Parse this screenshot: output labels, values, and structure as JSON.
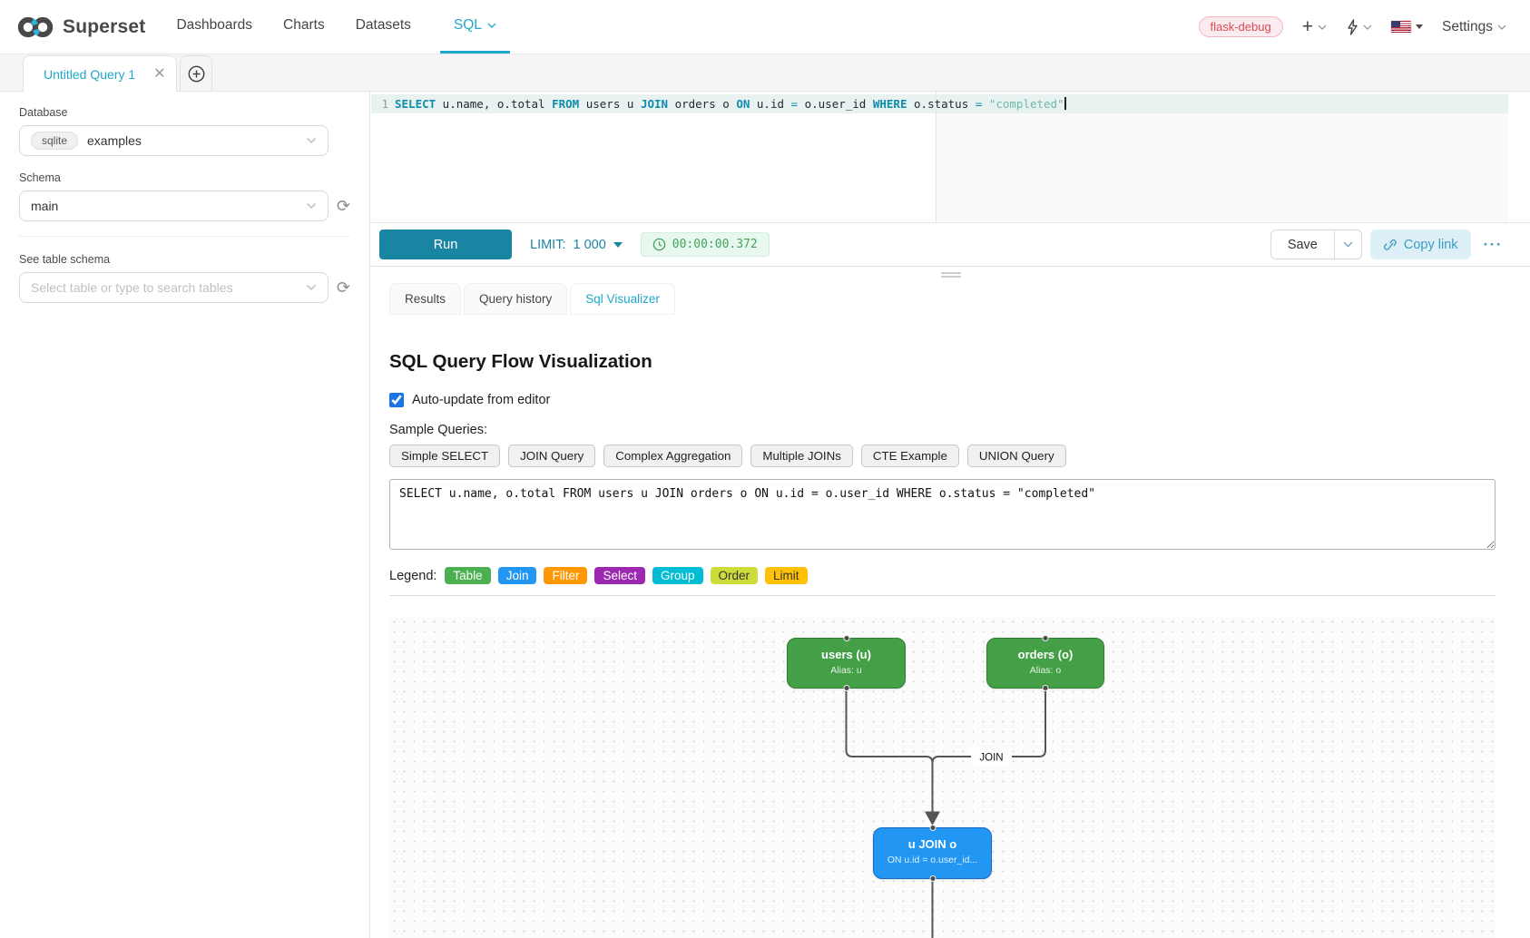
{
  "nav": {
    "brand": "Superset",
    "items": [
      {
        "label": "Dashboards",
        "active": false,
        "caret": false
      },
      {
        "label": "Charts",
        "active": false,
        "caret": false
      },
      {
        "label": "Datasets",
        "active": false,
        "caret": false
      },
      {
        "label": "SQL",
        "active": true,
        "caret": true
      }
    ],
    "right": {
      "env_badge": "flask-debug",
      "plus_label": "+",
      "settings_label": "Settings"
    }
  },
  "tab_bar": {
    "active_tab_title": "Untitled Query 1"
  },
  "sidebar": {
    "database_label": "Database",
    "database_engine_badge": "sqlite",
    "database_value": "examples",
    "schema_label": "Schema",
    "schema_value": "main",
    "table_schema_label": "See table schema",
    "table_placeholder": "Select table or type to search tables"
  },
  "editor": {
    "line_number": "1",
    "tokens": [
      {
        "type": "kw",
        "text": "SELECT"
      },
      {
        "type": "pl",
        "text": " u.name, o.total "
      },
      {
        "type": "kw",
        "text": "FROM"
      },
      {
        "type": "pl",
        "text": " users u "
      },
      {
        "type": "kw",
        "text": "JOIN"
      },
      {
        "type": "pl",
        "text": " orders o "
      },
      {
        "type": "kw",
        "text": "ON"
      },
      {
        "type": "pl",
        "text": " u.id "
      },
      {
        "type": "op",
        "text": "="
      },
      {
        "type": "pl",
        "text": " o.user_id "
      },
      {
        "type": "kw",
        "text": "WHERE"
      },
      {
        "type": "pl",
        "text": " o.status "
      },
      {
        "type": "op",
        "text": "="
      },
      {
        "type": "pl",
        "text": " "
      },
      {
        "type": "str",
        "text": "\"completed\""
      }
    ]
  },
  "toolbar": {
    "run_label": "Run",
    "limit_label": "LIMIT:",
    "limit_value": "1 000",
    "elapsed_time": "00:00:00.372",
    "save_label": "Save",
    "copy_link_label": "Copy link",
    "more_label": "···"
  },
  "result_tabs": [
    {
      "label": "Results",
      "active": false
    },
    {
      "label": "Query history",
      "active": false
    },
    {
      "label": "Sql Visualizer",
      "active": true
    }
  ],
  "visualizer": {
    "title": "SQL Query Flow Visualization",
    "auto_update_label": "Auto-update from editor",
    "auto_update_checked": true,
    "sample_queries_label": "Sample Queries:",
    "sample_queries": [
      "Simple SELECT",
      "JOIN Query",
      "Complex Aggregation",
      "Multiple JOINs",
      "CTE Example",
      "UNION Query"
    ],
    "query_text": "SELECT u.name, o.total FROM users u JOIN orders o ON u.id = o.user_id WHERE o.status = \"completed\"",
    "legend_label": "Legend:",
    "legend": [
      {
        "label": "Table",
        "color": "#4CAF50",
        "text_color": "#ffffff"
      },
      {
        "label": "Join",
        "color": "#2196F3",
        "text_color": "#ffffff"
      },
      {
        "label": "Filter",
        "color": "#FF9800",
        "text_color": "#ffffff"
      },
      {
        "label": "Select",
        "color": "#9C27B0",
        "text_color": "#ffffff"
      },
      {
        "label": "Group",
        "color": "#00BCD4",
        "text_color": "#ffffff"
      },
      {
        "label": "Order",
        "color": "#CDDC39",
        "text_color": "#333333"
      },
      {
        "label": "Limit",
        "color": "#FFC107",
        "text_color": "#333333"
      }
    ],
    "flow": {
      "nodes": [
        {
          "title": "users (u)",
          "subtitle": "Alias: u",
          "color": "#43A047",
          "border_color": "#2E7D32"
        },
        {
          "title": "orders (o)",
          "subtitle": "Alias: o",
          "color": "#43A047",
          "border_color": "#2E7D32"
        },
        {
          "title": "u JOIN o",
          "subtitle": "ON u.id = o.user_id...",
          "color": "#2196F3",
          "border_color": "#1769C4"
        }
      ],
      "edge_label": "JOIN"
    }
  },
  "colors": {
    "accent": "#1FA8C9",
    "run_button": "#1A85A2",
    "timer_green": "#3FA45B",
    "env_badge_red": "#DA4A57"
  }
}
